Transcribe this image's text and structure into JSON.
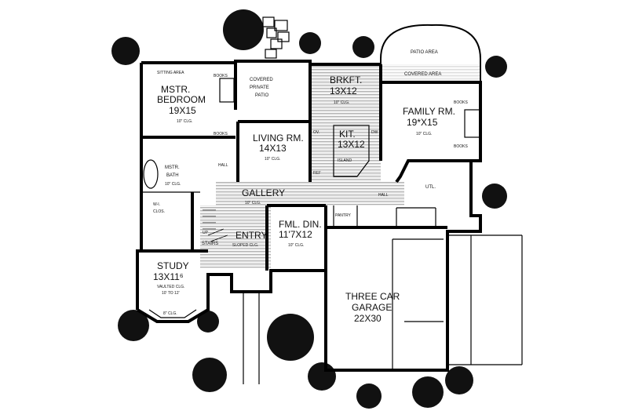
{
  "rooms": {
    "sitting_area": "SITTING AREA",
    "books_1": "BOOKS",
    "mstr_bedroom": "MSTR.",
    "mstr_bedroom_2": "BEDROOM",
    "mstr_bedroom_dim": "19X15",
    "mstr_bedroom_clg": "10\" CLG.",
    "covered_private_patio_1": "COVERED",
    "covered_private_patio_2": "PRIVATE",
    "covered_private_patio_3": "PATIO",
    "brkft": "BRKFT.",
    "brkft_dim": "13X12",
    "brkft_clg": "10\" CLG.",
    "patio_area": "PATIO AREA",
    "covered_area": "COVERED AREA",
    "family_rm": "FAMILY RM.",
    "family_rm_dim": "19*X15",
    "family_rm_clg": "10\" CLG.",
    "books_2": "BOOKS",
    "books_3": "BOOKS",
    "books_4": "BOOKS",
    "living_rm": "LIVING RM.",
    "living_rm_dim": "14X13",
    "living_rm_clg": "10\" CLG.",
    "kit": "KIT.",
    "kit_dim": "13X12",
    "island": "ISLAND",
    "ov": "OV.",
    "dw": "DW",
    "ref": "REF",
    "hall_1": "HALL",
    "hall_2": "HALL",
    "mstr_bath_1": "MSTR.",
    "mstr_bath_2": "BATH",
    "mstr_bath_clg": "10\" CLG.",
    "wi_clos_1": "W-I.",
    "wi_clos_2": "CLOS.",
    "gallery": "GALLERY",
    "gallery_clg": "10\" CLG.",
    "pantry": "PANTRY",
    "fml_din": "FML. DIN.",
    "fml_din_dim": "11'7X12",
    "fml_din_clg": "10\" CLG.",
    "up": "UP",
    "stairs": "STAIRS",
    "entry": "ENTRY",
    "entry_clg": "SLOPED CLG.",
    "study": "STUDY",
    "study_dim": "13X11⁶",
    "study_clg_1": "VAULTED CLG.",
    "study_clg_2": "10' TO 12'",
    "study_bay_clg": "8\" CLG.",
    "garage_1": "THREE CAR",
    "garage_2": "GARAGE",
    "garage_dim": "22X30",
    "util": "UTL."
  }
}
